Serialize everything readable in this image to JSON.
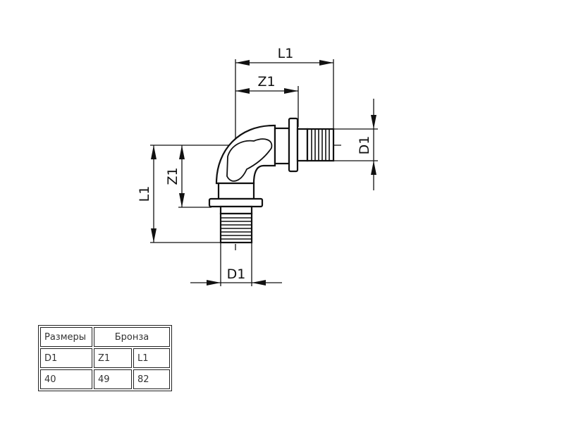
{
  "drawing": {
    "labels": {
      "top_l1": "L1",
      "top_z1": "Z1",
      "right_d1": "D1",
      "left_l1": "L1",
      "left_z1": "Z1",
      "bottom_d1": "D1"
    }
  },
  "table": {
    "header": [
      "Размеры",
      "Бронза"
    ],
    "subheader": [
      "D1",
      "Z1",
      "L1"
    ],
    "rows": [
      [
        "40",
        "49",
        "82"
      ]
    ]
  }
}
